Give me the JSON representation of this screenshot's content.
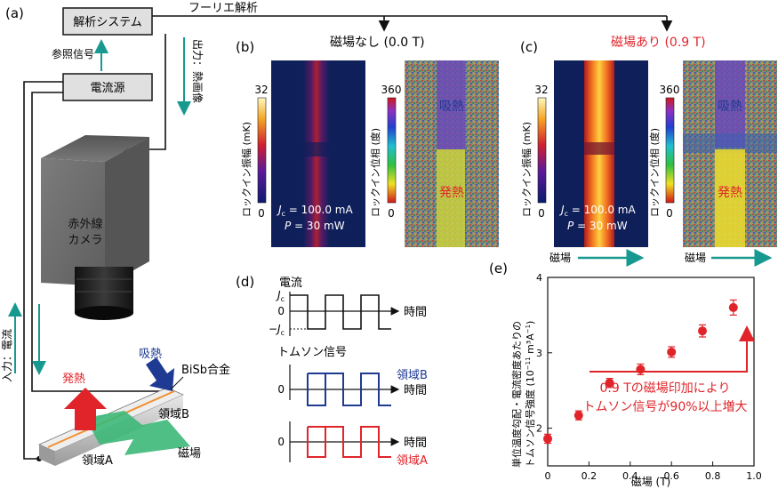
{
  "panels": {
    "a": "(a)",
    "b": "(b)",
    "c": "(c)",
    "d": "(d)",
    "e": "(e)"
  },
  "setup": {
    "analysis_system": "解析システム",
    "current_source": "電流源",
    "ref_signal": "参照信号",
    "output_label": "出力：熱画像",
    "input_label": "入力：電流",
    "fourier": "フーリエ解析",
    "camera": [
      "赤外線",
      "カメラ"
    ],
    "heat_release": "発熱",
    "heat_absorb": "吸熱",
    "alloy": "BiSb合金",
    "region_b": "領域B",
    "region_a": "領域A",
    "field": "磁場"
  },
  "thermal": {
    "b_title": "磁場なし (0.0 T)",
    "c_title": "磁場あり (0.9 T)",
    "amp_label": "ロックイン振幅 (mK)",
    "amp_max": "32",
    "amp_min": "0",
    "phase_label": "ロックイン位相 (度)",
    "phase_max": "360",
    "phase_min": "0",
    "absorb": "吸熱",
    "release": "発熱",
    "jc_sym": "J",
    "jc_sub": "c",
    "jc_value": " = 100.0 mA",
    "p_sym": "P",
    "p_value": " = 30 mW",
    "field_label": "磁場"
  },
  "waveforms": {
    "current_title": "電流",
    "jc_sym": "J",
    "jc_sub": "c",
    "neg_jc_sym": "−J",
    "zero": "0",
    "time": "時間",
    "thomson_title": "トムソン信号",
    "region_b": "領域B",
    "region_a": "領域A"
  },
  "colors": {
    "accent_red": "#e0242a",
    "accent_blue": "#1f3a93",
    "arrow_teal": "#17998f",
    "box_gray": "#e0e0e0",
    "camera_gray": "#6c6c6c"
  },
  "chart_data": {
    "type": "scatter",
    "title": "",
    "xlabel": "磁場 (T)",
    "ylabel_line1": "単位温度勾配・電流密度あたりの",
    "ylabel_line2": "トムソン信号強度 (10",
    "ylabel_exp": "−11",
    "ylabel_unit": " m³A",
    "ylabel_unit_exp": "−1",
    "ylabel_close": ")",
    "xlim": [
      0,
      1.0
    ],
    "ylim": [
      1.5,
      4.0
    ],
    "x_ticks": [
      "0",
      "0.2",
      "0.4",
      "0.6",
      "0.8",
      "1.0"
    ],
    "y_ticks": [
      "2",
      "3",
      "4"
    ],
    "points": [
      {
        "x": 0.0,
        "y": 1.86,
        "err": 0.06
      },
      {
        "x": 0.15,
        "y": 2.17,
        "err": 0.06
      },
      {
        "x": 0.3,
        "y": 2.6,
        "err": 0.06
      },
      {
        "x": 0.45,
        "y": 2.78,
        "err": 0.07
      },
      {
        "x": 0.6,
        "y": 3.01,
        "err": 0.07
      },
      {
        "x": 0.75,
        "y": 3.29,
        "err": 0.08
      },
      {
        "x": 0.9,
        "y": 3.6,
        "err": 0.1
      }
    ],
    "annotation_line1": "0.9 Tの磁場印加により",
    "annotation_line2": "トムソン信号が90%以上増大",
    "marker_color": "#e0242a"
  }
}
